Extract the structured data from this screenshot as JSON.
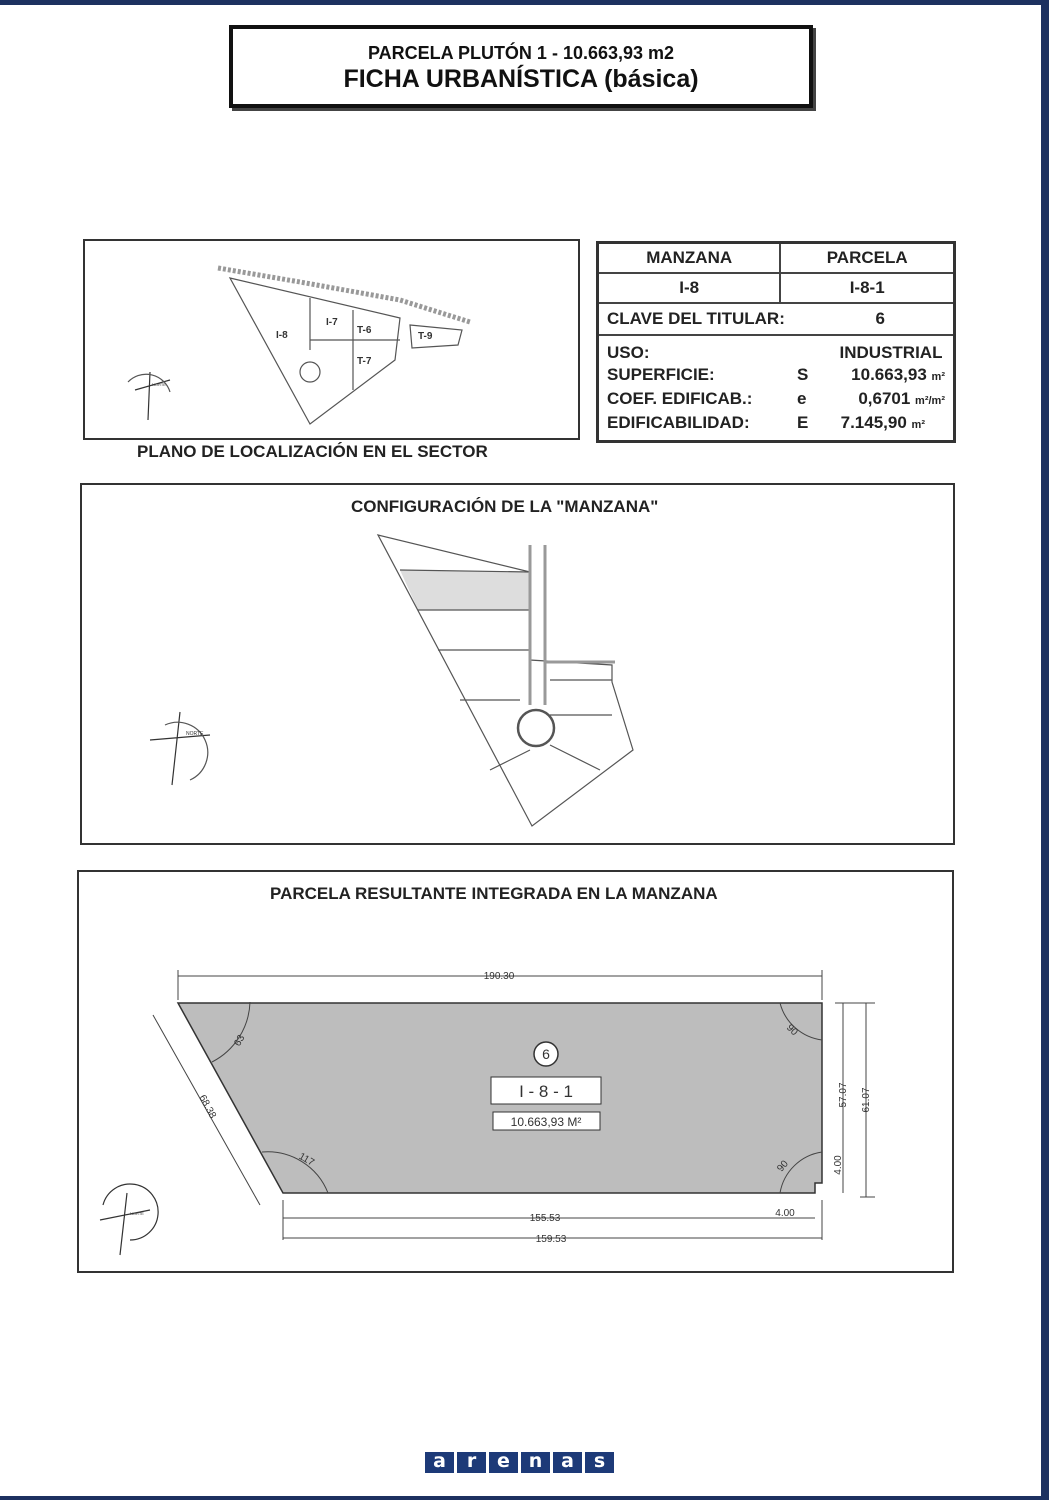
{
  "header": {
    "line1": "PARCELA  PLUTÓN 1 - 10.663,93 m2",
    "line2": "FICHA  URBANÍSTICA (básica)"
  },
  "table": {
    "manzana_label": "MANZANA",
    "parcela_label": "PARCELA",
    "manzana": "I-8",
    "parcela": "I-8-1",
    "clave_label": "CLAVE DEL TITULAR:",
    "clave": "6",
    "uso_label": "USO:",
    "uso": "INDUSTRIAL",
    "superficie_label": "SUPERFICIE:",
    "superficie_sym": "S",
    "superficie": "10.663,93",
    "superficie_unit": "m²",
    "coef_label": "COEF. EDIFICAB.:",
    "coef_sym": "e",
    "coef": "0,6701",
    "coef_unit": "m²/m²",
    "edif_label": "EDIFICABILIDAD:",
    "edif_sym": "E",
    "edif": "7.145,90",
    "edif_unit": "m²"
  },
  "location": {
    "caption": "PLANO DE LOCALIZACIÓN EN EL SECTOR",
    "labels": [
      "I-8",
      "I-7",
      "T-6",
      "T-7",
      "T-9"
    ],
    "north": "NORTE"
  },
  "config": {
    "title": "CONFIGURACIÓN DE LA \"MANZANA\"",
    "north": "NORTE"
  },
  "parcel": {
    "title": "PARCELA RESULTANTE INTEGRADA EN LA MANZANA",
    "owner": "6",
    "id": "I - 8 - 1",
    "area": "10.663,93  M²",
    "dims": {
      "top": "190.30",
      "left": "68.38",
      "right_inner": "57.07",
      "right_outer": "61.07",
      "notch_v": "4.00",
      "notch_h": "4.00",
      "bottom_inner": "155.53",
      "bottom_outer": "159.53"
    },
    "angles": [
      "63",
      "90",
      "117",
      "90"
    ],
    "north": "NORTE"
  },
  "logo": [
    "a",
    "r",
    "e",
    "n",
    "a",
    "s"
  ]
}
